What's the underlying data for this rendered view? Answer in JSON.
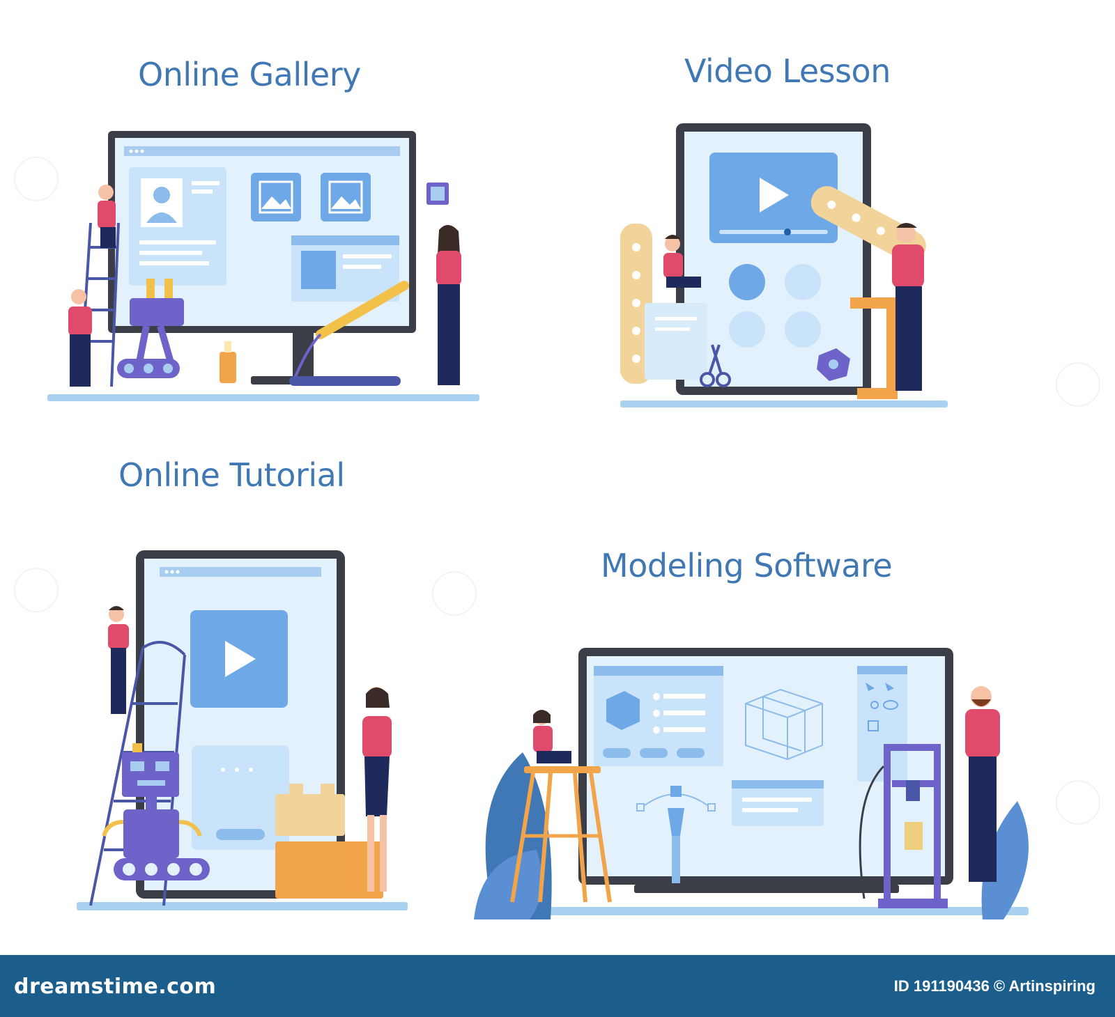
{
  "panels": [
    {
      "id": "online-gallery",
      "title": "Online Gallery"
    },
    {
      "id": "video-lesson",
      "title": "Video Lesson"
    },
    {
      "id": "online-tutorial",
      "title": "Online Tutorial"
    },
    {
      "id": "modeling-software",
      "title": "Modeling Software"
    }
  ],
  "footer": {
    "brand": "dreamstime.com",
    "image_id": "ID 191190436",
    "copyright_author": "© Artinspiring"
  },
  "colors": {
    "title": "#3f78b4",
    "screen_light": "#e3f1fc",
    "accent_blue": "#6ea8e6",
    "shirt_pink": "#e14b6b",
    "pants_navy": "#1f2a5c",
    "robot_purple": "#6d63c9",
    "wood_orange": "#f2a44a",
    "footer_bar": "#1b5e8c"
  },
  "icons": [
    "play-icon",
    "image-icon",
    "user-icon",
    "cube-icon",
    "robot-icon",
    "3d-printer-icon",
    "ladder-icon",
    "scissors-icon"
  ]
}
